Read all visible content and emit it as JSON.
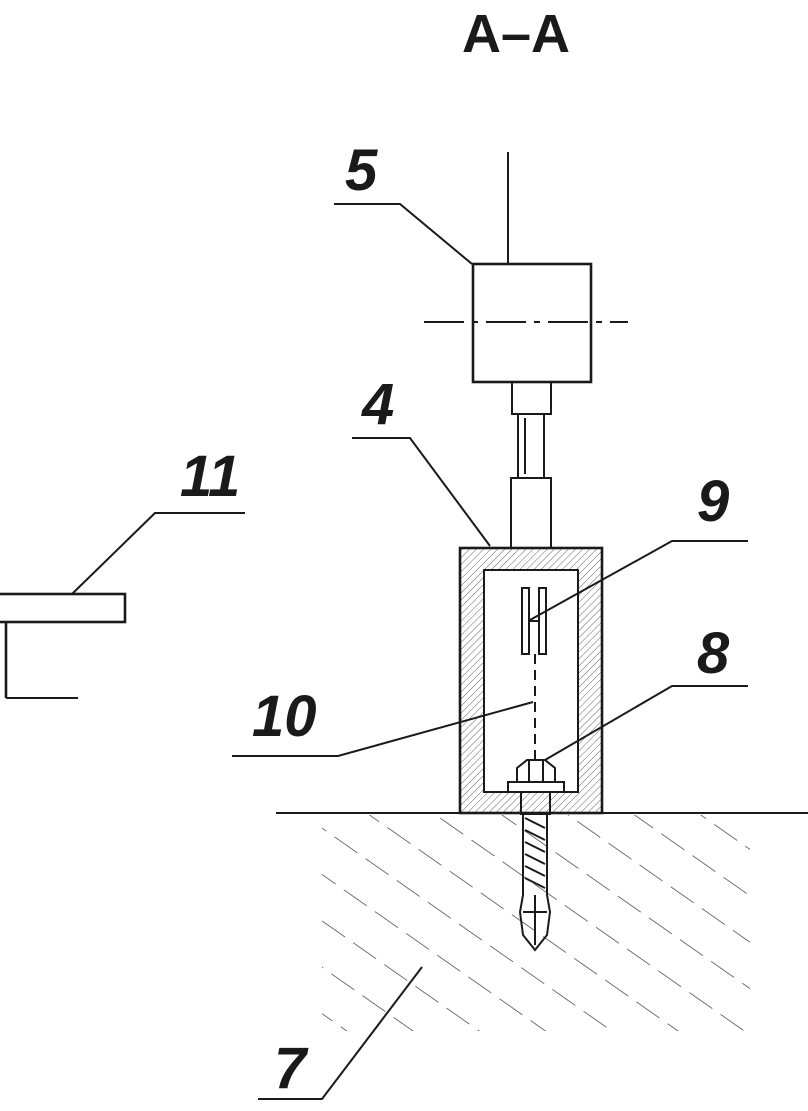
{
  "section_title": "A–A",
  "callouts": {
    "c4": "4",
    "c5": "5",
    "c7": "7",
    "c8": "8",
    "c9": "9",
    "c10": "10",
    "c11": "11"
  }
}
